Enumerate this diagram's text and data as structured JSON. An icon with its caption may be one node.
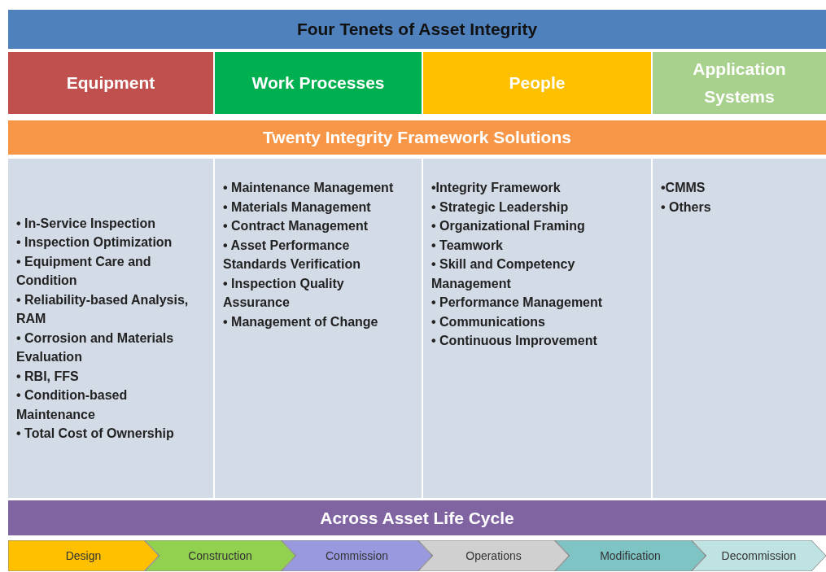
{
  "diagram": {
    "nodes": [
      {
        "text": [
          "Four Tenets of Asset Integrity"
        ]
      },
      {
        "text": [
          "Equipment"
        ]
      },
      {
        "text": [
          "Work Processes"
        ]
      },
      {
        "text": [
          "People"
        ]
      },
      {
        "text": [
          "Application Systems"
        ]
      },
      {
        "text": [
          "Twenty Integrity Framework Solutions"
        ]
      },
      {
        "text": [
          "• In-Service Inspection",
          "• Inspection Optimization",
          "• Equipment Care and Condition",
          "• Reliability-based Analysis, RAM",
          "• Corrosion and Materials Evaluation",
          "• RBI, FFS",
          "• Condition-based Maintenance",
          "• Total Cost of Ownership"
        ]
      },
      {
        "text": [
          "• Maintenance Management",
          "• Materials Management",
          "• Contract Management",
          "• Asset Performance Standards Verification",
          "• Inspection Quality Assurance",
          "• Management of Change"
        ]
      },
      {
        "text": [
          "•Integrity Framework",
          "• Strategic Leadership",
          "• Organizational Framing",
          "• Teamwork",
          "• Skill and Competency Management",
          "• Performance Management",
          "• Communications",
          "• Continuous Improvement"
        ]
      },
      {
        "text": [
          "•CMMS",
          "• Others"
        ]
      },
      {
        "text": [
          "Across Asset Life Cycle"
        ]
      },
      {
        "text": [
          "Design"
        ]
      },
      {
        "text": [
          "Construction"
        ]
      },
      {
        "text": [
          "Commission"
        ]
      },
      {
        "text": [
          "Operations"
        ]
      },
      {
        "text": [
          "Modification"
        ]
      },
      {
        "text": [
          "Decommission"
        ]
      }
    ],
    "edges": []
  }
}
